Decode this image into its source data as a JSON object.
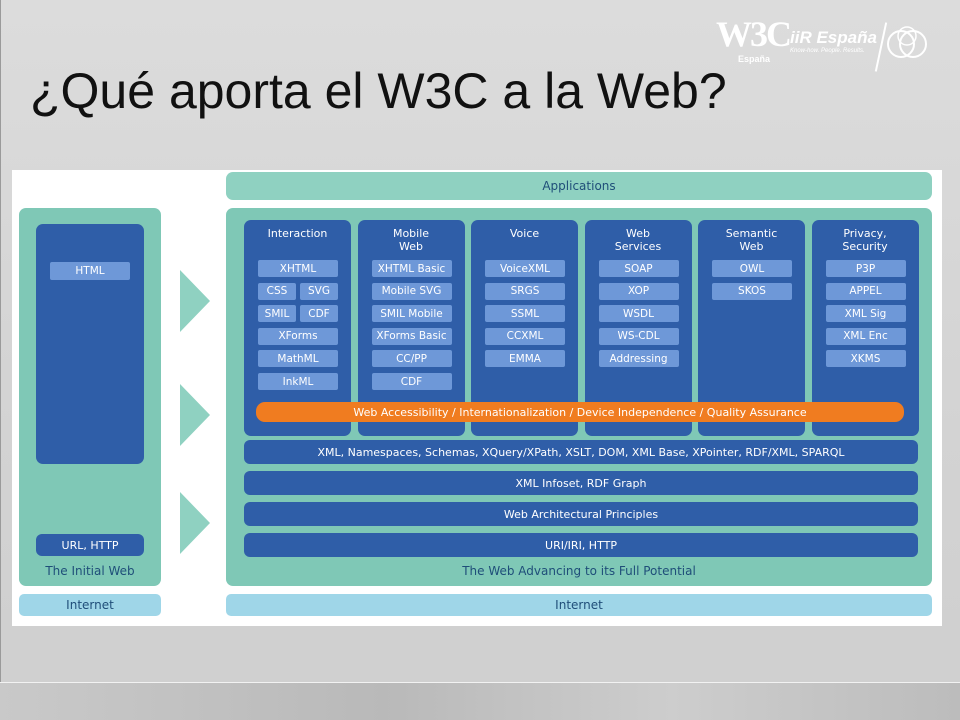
{
  "slide": {
    "title": "¿Qué aporta el W3C a la Web?"
  },
  "logos": {
    "w3c": {
      "mark": "W3C",
      "sub": "España",
      "icon": "w3c-logo"
    },
    "iir": {
      "name": "iiR España",
      "tagline": "Know-how. People. Results.",
      "icon": "iir-logo"
    },
    "seal": {
      "icon": "seal-logo"
    }
  },
  "diagram": {
    "applications": "Applications",
    "initial_web": {
      "top": "HTML",
      "bottom": "URL, HTTP",
      "label": "The Initial Web"
    },
    "advancing_label": "The Web Advancing to its Full Potential",
    "internet_left": "Internet",
    "internet_right": "Internet",
    "columns": [
      {
        "title": [
          "Interaction",
          ""
        ],
        "items": [
          "XHTML",
          [
            "CSS",
            "SVG"
          ],
          [
            "SMIL",
            "CDF"
          ],
          "XForms",
          "MathML",
          "InkML"
        ]
      },
      {
        "title": [
          "Mobile",
          "Web"
        ],
        "items": [
          "XHTML Basic",
          "Mobile SVG",
          "SMIL Mobile",
          "XForms Basic",
          "CC/PP",
          "CDF"
        ]
      },
      {
        "title": [
          "Voice",
          ""
        ],
        "items": [
          "VoiceXML",
          "SRGS",
          "SSML",
          "CCXML",
          "EMMA"
        ]
      },
      {
        "title": [
          "Web",
          "Services"
        ],
        "items": [
          "SOAP",
          "XOP",
          "WSDL",
          "WS-CDL",
          "Addressing"
        ]
      },
      {
        "title": [
          "Semantic",
          "Web"
        ],
        "items": [
          "OWL",
          "SKOS"
        ]
      },
      {
        "title": [
          "Privacy,",
          "Security"
        ],
        "items": [
          "P3P",
          "APPEL",
          "XML Sig",
          "XML Enc",
          "XKMS"
        ]
      }
    ],
    "cross_bar": "Web Accessibility / Internationalization / Device Independence / Quality Assurance",
    "layers": [
      "XML, Namespaces, Schemas, XQuery/XPath, XSLT, DOM, XML Base, XPointer, RDF/XML, SPARQL",
      "XML Infoset, RDF Graph",
      "Web Architectural Principles",
      "URI/IRI, HTTP"
    ],
    "colors": {
      "light_teal": "#8fd1c1",
      "teal": "#7fc8b6",
      "blue": "#2f5ea8",
      "tech_blue": "#6e98d8",
      "orange": "#f07c20",
      "sky": "#9fd6e8"
    }
  }
}
